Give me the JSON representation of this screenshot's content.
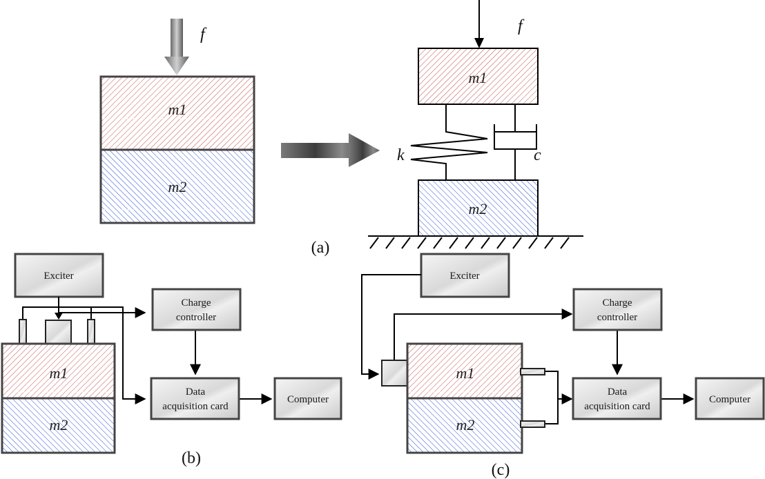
{
  "figure": {
    "panels": {
      "a": {
        "label": "(a)",
        "left_model": {
          "force_label": "f",
          "upper_mass": "m1",
          "lower_mass": "m2"
        },
        "right_model": {
          "force_label": "f",
          "upper_mass": "m1",
          "lower_mass": "m2",
          "spring_label": "k",
          "damper_label": "c"
        }
      },
      "b": {
        "label": "(b)",
        "upper_mass": "m1",
        "lower_mass": "m2",
        "blocks": {
          "exciter": "Exciter",
          "charge_controller": [
            "Charge",
            "controller"
          ],
          "data_acquisition": [
            "Data",
            "acquisition card"
          ],
          "computer": "Computer"
        }
      },
      "c": {
        "label": "(c)",
        "upper_mass": "m1",
        "lower_mass": "m2",
        "blocks": {
          "exciter": "Exciter",
          "charge_controller": [
            "Charge",
            "controller"
          ],
          "data_acquisition": [
            "Data",
            "acquisition card"
          ],
          "computer": "Computer"
        }
      }
    },
    "colors": {
      "upper_hatch": "#c0504d",
      "lower_hatch": "#2a4fd6",
      "outline": "#444444",
      "box_fill_light": "#f4f4f4",
      "box_fill_dark": "#c8c8c8"
    }
  }
}
